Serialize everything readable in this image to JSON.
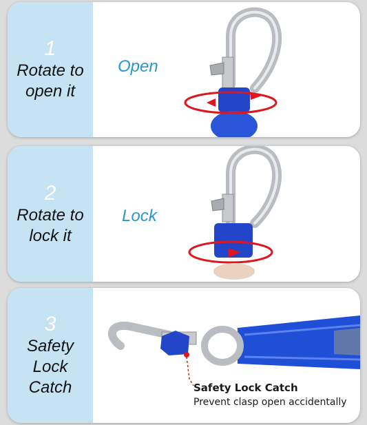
{
  "steps": [
    {
      "number": "1",
      "label_line1": "Rotate to",
      "label_line2": "open it",
      "action": "Open"
    },
    {
      "number": "2",
      "label_line1": "Rotate to",
      "label_line2": "lock it",
      "action": "Lock"
    },
    {
      "number": "3",
      "label_line1": "Safety",
      "label_line2": "Lock",
      "label_line3": "Catch"
    }
  ],
  "caption": {
    "title": "Safety Lock Catch",
    "subtitle": "Prevent clasp open accidentally"
  },
  "colors": {
    "panel_left": "#c6e3f3",
    "accent_text": "#2b96cf",
    "clasp_blue": "#2346c8",
    "arrow_red": "#e0161e",
    "strap_blue": "#1f4fd6"
  }
}
